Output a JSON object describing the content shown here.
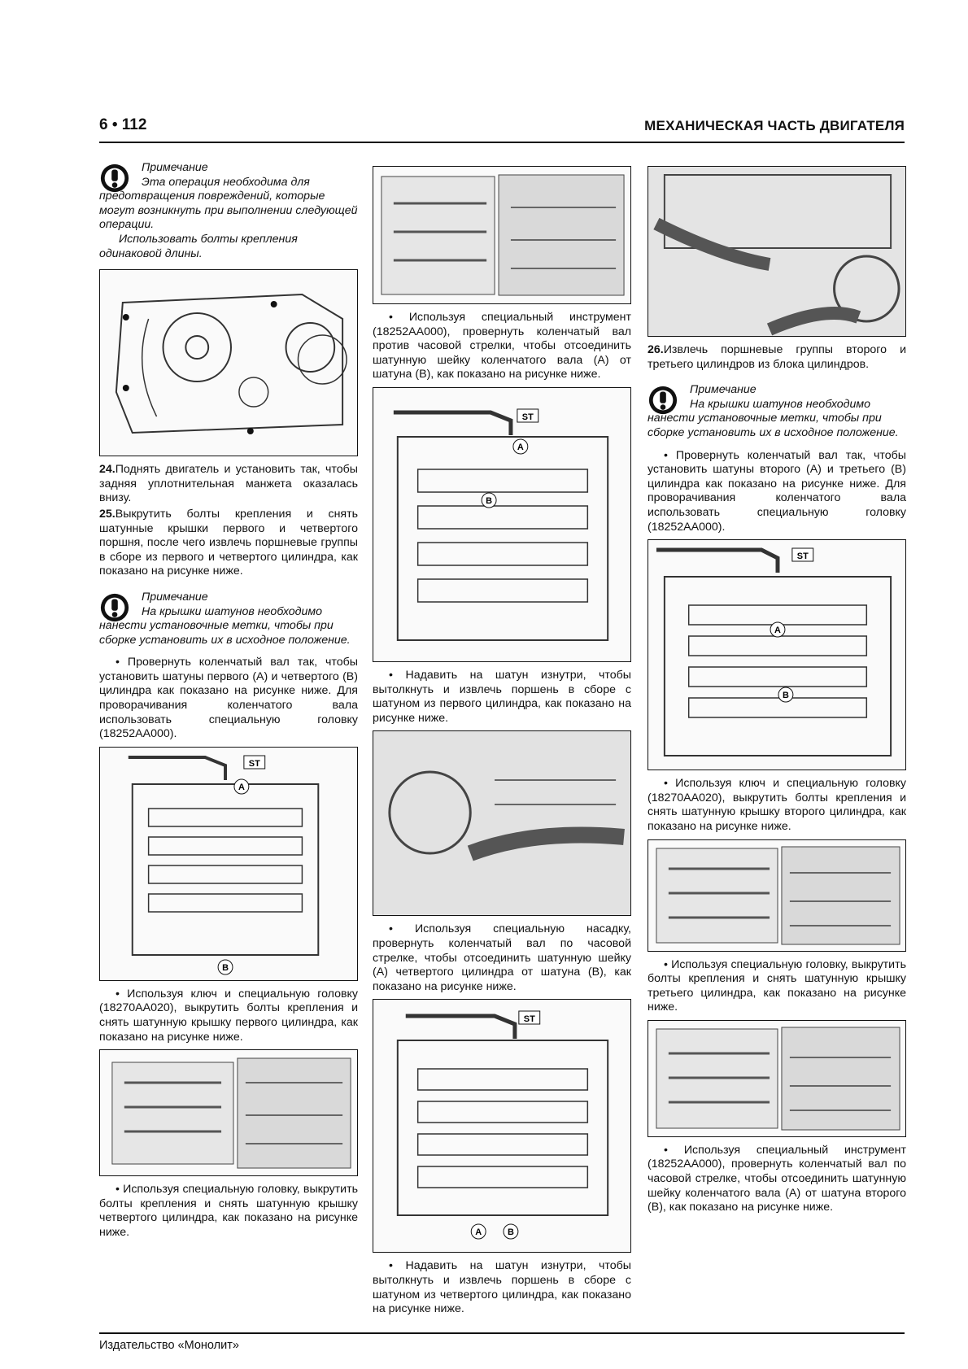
{
  "header": {
    "page_number": "6 • 112",
    "title": "МЕХАНИЧЕСКАЯ ЧАСТЬ ДВИГАТЕЛЯ"
  },
  "footer": {
    "publisher": "Издательство «Монолит»"
  },
  "col1": {
    "note1": {
      "label": "Примечание",
      "text1": "Эта операция необходима для предотвращения повреждений, которые могут возникнуть при выполнении следующей операции.",
      "text2": "Использовать болты крепления одинаковой длины."
    },
    "step24": {
      "num": "24.",
      "text": "Поднять двигатель и установить так, чтобы задняя уплотнительная манжета оказалась внизу."
    },
    "step25": {
      "num": "25.",
      "text": "Выкрутить болты крепления и снять шатунные крышки первого и четвертого поршня, после чего извлечь поршневые группы в сборе из первого и четвертого цилиндра, как показано на рисунке ниже."
    },
    "note2": {
      "label": "Примечание",
      "text": "На крышки шатунов необходимо нанести установочные метки, чтобы при сборке установить их в исходное положение."
    },
    "bullet1": "Провернуть коленчатый вал так, чтобы установить шатуны первого (А) и четвертого (В) цилиндра как показано на рисунке ниже. Для проворачивания коленчатого вала использовать специальную головку (18252АА000).",
    "fig_labels": {
      "st": "ST",
      "a": "A",
      "b": "B"
    },
    "bullet2": "Используя ключ и специальную головку (18270АА020), выкрутить болты крепления и снять шатунную крышку первого цилиндра, как показано на рисунке ниже.",
    "bullet3": "Используя специальную головку, выкрутить болты крепления и снять шатунную крышку четвертого цилиндра, как показано на рисунке ниже."
  },
  "col2": {
    "bullet1": "Используя специальный инструмент (18252АА000), провернуть коленчатый вал против часовой стрелки, чтобы отсоединить шатунную шейку коленчатого вала (А) от шатуна (В), как показано на рисунке ниже.",
    "bullet2": "Надавить на шатун изнутри, чтобы вытолкнуть и извлечь поршень в сборе с шатуном из первого цилиндра, как показано на рисунке ниже.",
    "bullet3": "Используя специальную насадку, провернуть коленчатый вал по часовой стрелке, чтобы отсоединить шатунную шейку (А) четвертого цилиндра от шатуна (В), как показано на рисунке ниже.",
    "bullet4": "Надавить на шатун изнутри, чтобы вытолкнуть и извлечь поршень в сборе с шатуном из четвертого цилиндра, как показано на рисунке ниже."
  },
  "col3": {
    "step26": {
      "num": "26.",
      "text": "Извлечь поршневые группы второго и третьего цилиндров из блока цилиндров."
    },
    "note3": {
      "label": "Примечание",
      "text": "На крышки шатунов необходимо нанести установочные метки, чтобы при сборке установить их в исходное положение."
    },
    "bullet1": "Провернуть коленчатый вал так, чтобы установить шатуны второго (А) и третьего (В) цилиндра как показано на рисунке ниже. Для проворачивания коленчатого вала использовать специальную головку (18252АА000).",
    "bullet2": "Используя ключ и специальную головку (18270АА020), выкрутить болты крепления и снять шатунную крышку второго цилиндра, как показано на рисунке ниже.",
    "bullet3": "Используя специальную головку, выкрутить болты крепления и снять шатунную крышку третьего цилиндра, как показано на рисунке ниже.",
    "bullet4": "Используя специальный инструмент (18252АА000), провернуть коленчатый вал по часовой стрелке, чтобы отсоединить шатунную шейку коленчатого вала (А) от шатуна второго (В), как показано на рисунке ниже."
  }
}
